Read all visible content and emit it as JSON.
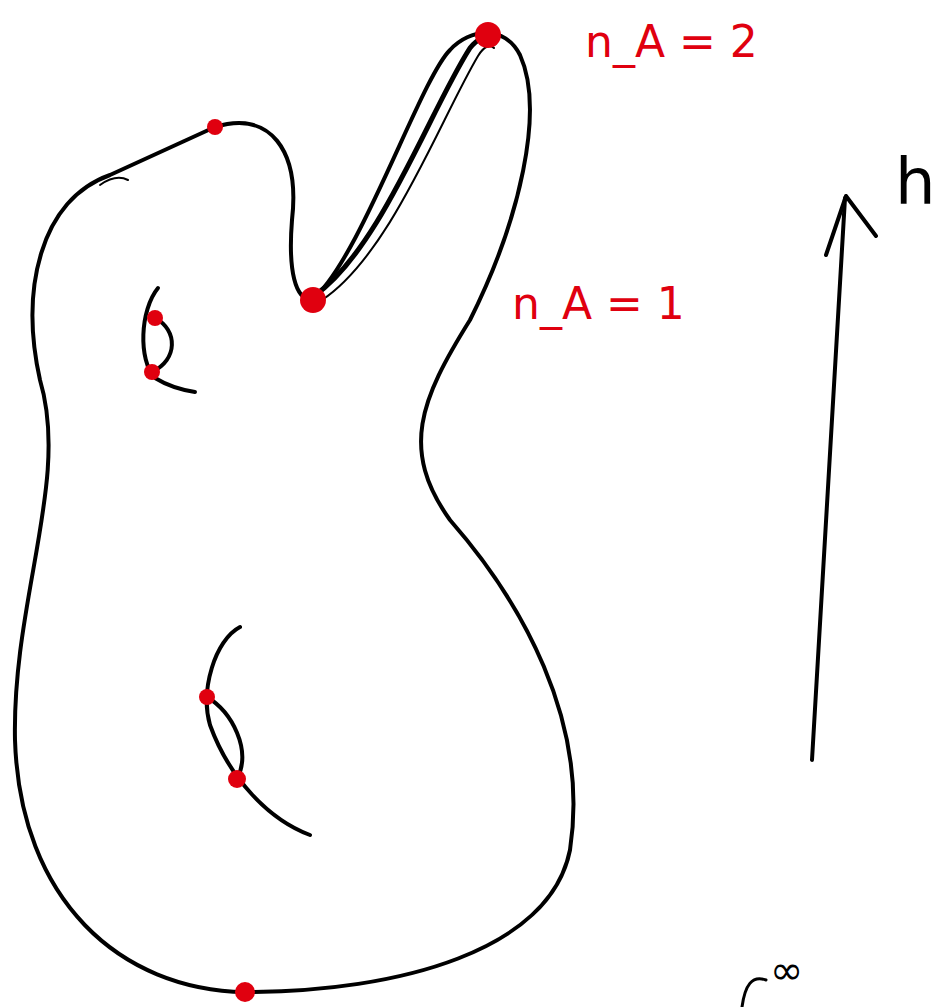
{
  "diagram": {
    "labels": [
      "n_A = 2",
      "n_A = 1",
      "h",
      "∞"
    ]
  }
}
